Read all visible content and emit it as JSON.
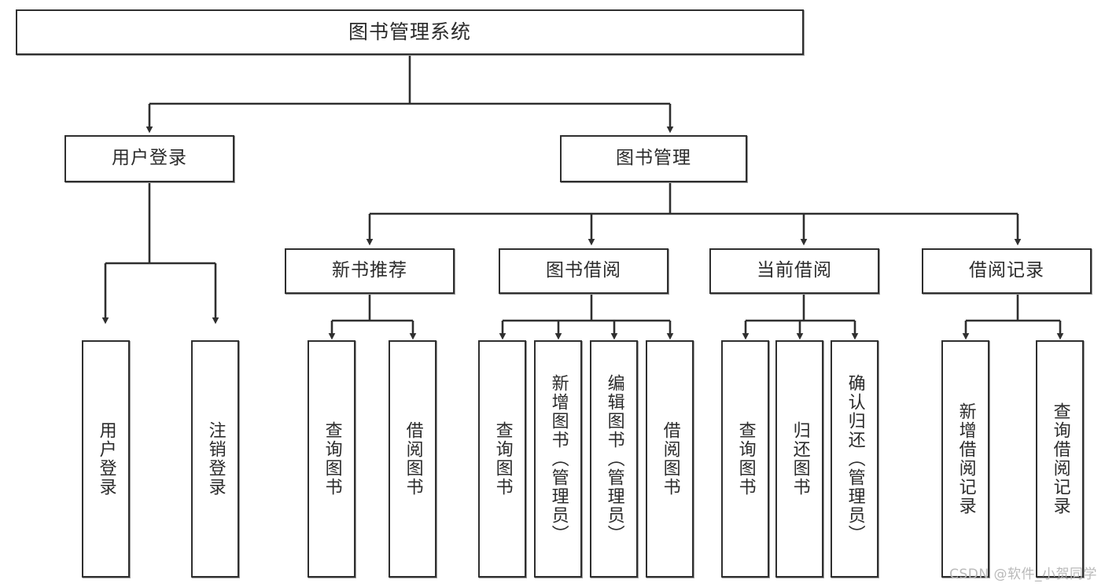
{
  "diagram": {
    "title": "图书管理系统",
    "type": "tree-hierarchy",
    "watermark": "CSDN @软件_小贺同学",
    "colors": {
      "box_border": "#2f2f2f",
      "box_fill": "#ffffff",
      "connector": "#2f2f2f",
      "text": "#2b2b2b",
      "watermark": "#b9b9b9"
    },
    "root": {
      "label": "图书管理系统"
    },
    "level2": [
      {
        "id": "user-login",
        "label": "用户登录"
      },
      {
        "id": "book-manage",
        "label": "图书管理"
      }
    ],
    "level3": [
      {
        "id": "new-book-recommend",
        "label": "新书推荐",
        "parent": "book-manage"
      },
      {
        "id": "book-borrow",
        "label": "图书借阅",
        "parent": "book-manage"
      },
      {
        "id": "current-borrow",
        "label": "当前借阅",
        "parent": "book-manage"
      },
      {
        "id": "borrow-record",
        "label": "借阅记录",
        "parent": "book-manage"
      }
    ],
    "leaves": [
      {
        "id": "leaf-user-login",
        "label": "用户登录",
        "parent": "user-login"
      },
      {
        "id": "leaf-logout-login",
        "label": "注销登录",
        "parent": "user-login"
      },
      {
        "id": "leaf-query-book-1",
        "label": "查询图书",
        "parent": "new-book-recommend"
      },
      {
        "id": "leaf-borrow-book-1",
        "label": "借阅图书",
        "parent": "new-book-recommend"
      },
      {
        "id": "leaf-query-book-2",
        "label": "查询图书",
        "parent": "book-borrow"
      },
      {
        "id": "leaf-add-book",
        "label": "新增图书（管理员）",
        "parent": "book-borrow"
      },
      {
        "id": "leaf-edit-book",
        "label": "编辑图书（管理员）",
        "parent": "book-borrow"
      },
      {
        "id": "leaf-borrow-book-2",
        "label": "借阅图书",
        "parent": "book-borrow"
      },
      {
        "id": "leaf-query-book-3",
        "label": "查询图书",
        "parent": "current-borrow"
      },
      {
        "id": "leaf-return-book",
        "label": "归还图书",
        "parent": "current-borrow"
      },
      {
        "id": "leaf-confirm-return",
        "label": "确认归还（管理员）",
        "parent": "current-borrow"
      },
      {
        "id": "leaf-add-record",
        "label": "新增借阅记录",
        "parent": "borrow-record"
      },
      {
        "id": "leaf-query-record",
        "label": "查询借阅记录",
        "parent": "borrow-record"
      }
    ]
  }
}
